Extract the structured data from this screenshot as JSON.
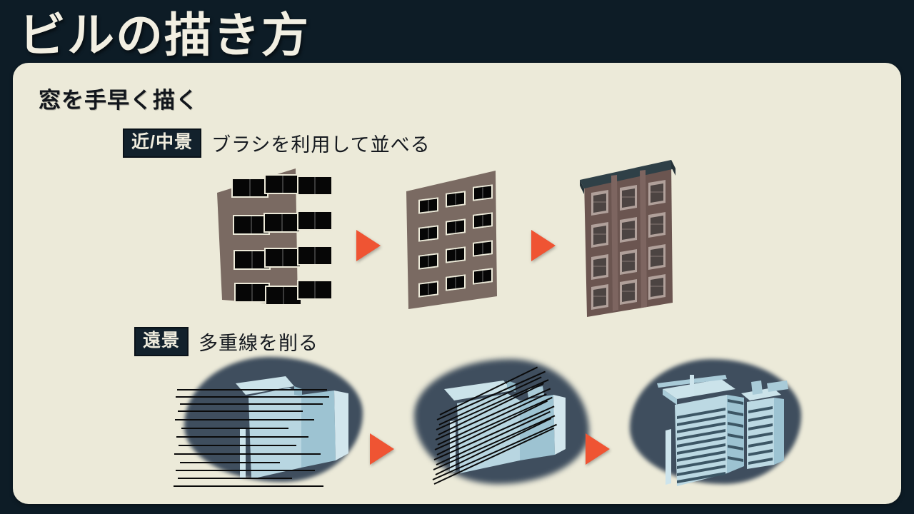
{
  "slide": {
    "title": "ビルの描き方",
    "background_color": "#0d1c26",
    "panel_color": "#ecead9",
    "accent_color": "#ef5433"
  },
  "section": {
    "heading": "窓を手早く描く"
  },
  "rows": [
    {
      "badge": "近/中景",
      "badge_text": "ブラシを利用して並べる",
      "arrow_1": "play-triangle",
      "arrow_2": "play-triangle",
      "steps": [
        "rough-facade-with-unaligned-windows",
        "facade-with-aligned-window-grid",
        "finished-building-with-roof-cap"
      ]
    },
    {
      "badge": "遠景",
      "badge_text": "多重線を削る",
      "arrow_1": "play-triangle",
      "arrow_2": "play-triangle",
      "steps": [
        "distant-tower-with-horizontal-scribble-lines",
        "distant-tower-with-diagonal-scribble-lines",
        "distant-tower-cleaned-hatching"
      ]
    }
  ],
  "colors": {
    "facade_brown": "#7a6a62",
    "window_black": "#060606",
    "finished_wall": "#6b5550",
    "roof_slate": "#2f4047",
    "blob_slate": "#3f4e5e",
    "tower_blue": "#bcd9e3",
    "arrow_orange": "#ef5433",
    "title_cream": "#f2efe2"
  }
}
